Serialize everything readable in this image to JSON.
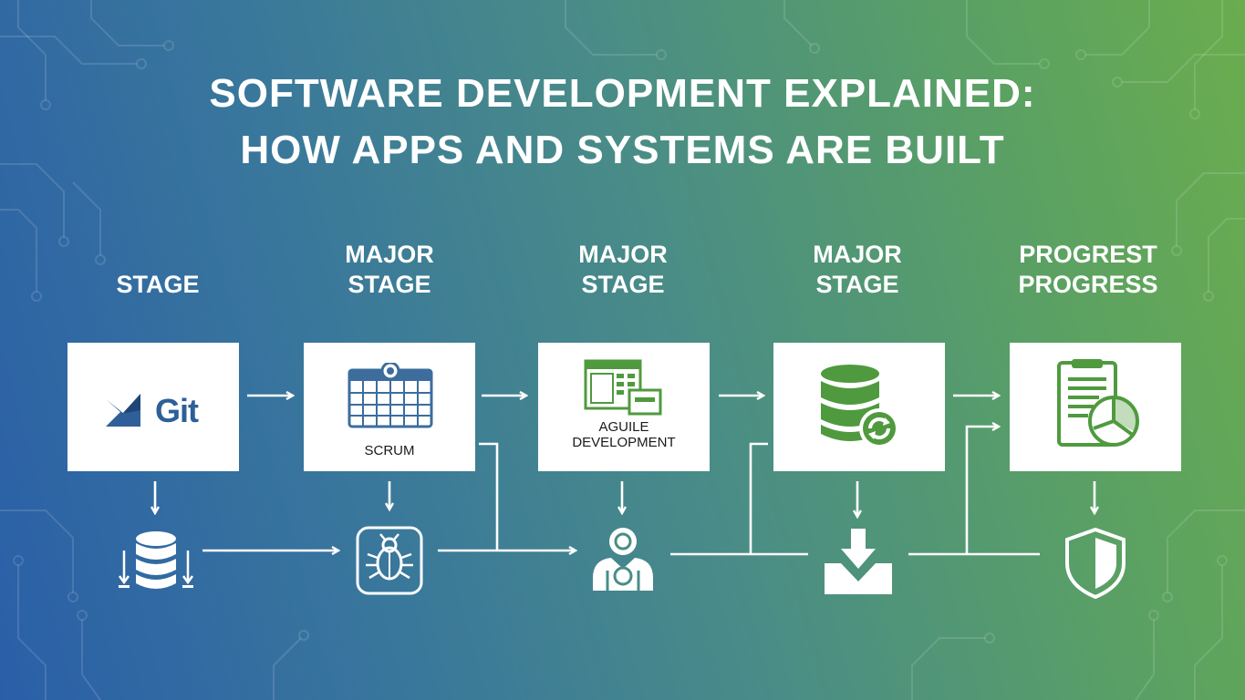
{
  "title": {
    "line1": "SOFTWARE DEVELOPMENT EXPLAINED:",
    "line2": "HOW APPS AND SYSTEMS ARE BUILT"
  },
  "stages": [
    {
      "label_lines": [
        "",
        "STAGE"
      ],
      "card_icon": "git-logo-icon",
      "card_text": "Git",
      "bottom_icon": "database-icon"
    },
    {
      "label_lines": [
        "MAJOR",
        "STAGE"
      ],
      "card_icon": "calendar-icon",
      "card_text": "SCRUM",
      "bottom_icon": "bug-icon"
    },
    {
      "label_lines": [
        "MAJOR",
        "STAGE"
      ],
      "card_icon": "spreadsheet-icon",
      "card_text_lines": [
        "AGUILE",
        "DEVELOPMENT"
      ],
      "bottom_icon": "user-icon"
    },
    {
      "label_lines": [
        "MAJOR",
        "STAGE"
      ],
      "card_icon": "database-sync-icon",
      "card_text": "",
      "bottom_icon": "download-tray-icon"
    },
    {
      "label_lines": [
        "PROGREST",
        "PROGRESS"
      ],
      "card_icon": "report-chart-icon",
      "card_text": "",
      "bottom_icon": "shield-icon"
    }
  ],
  "colors": {
    "git_blue": "#2e5f99",
    "calendar_blue": "#3c6d9c",
    "icon_green": "#4f9a3e",
    "card_bg": "#ffffff",
    "text_white": "#ffffff"
  }
}
